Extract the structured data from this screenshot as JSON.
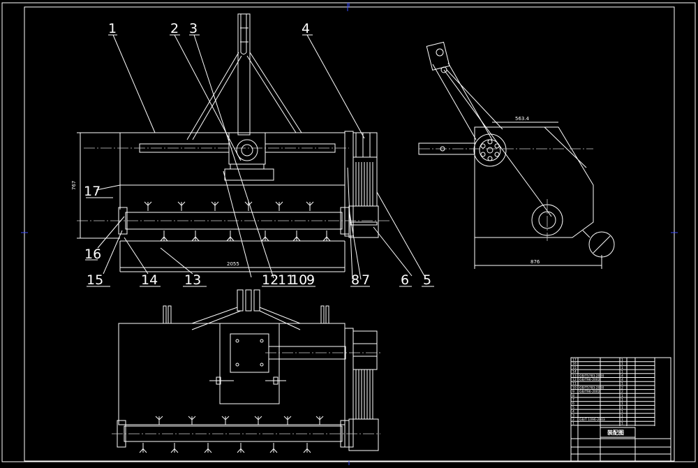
{
  "part_labels": [
    "1",
    "2",
    "3",
    "4",
    "17",
    "16",
    "15",
    "14",
    "13",
    "12",
    "11",
    "10",
    "9",
    "8",
    "7",
    "6",
    "5"
  ],
  "dimensions": {
    "front_height": "767",
    "front_width": "2055",
    "side_top": "563.4",
    "side_width": "876"
  },
  "title_block": {
    "title": "装配图",
    "items": [
      {
        "no": "17",
        "name": "",
        "qty": "1"
      },
      {
        "no": "16",
        "name": "",
        "qty": "1"
      },
      {
        "no": "15",
        "name": "",
        "qty": "1"
      },
      {
        "no": "14",
        "name": "",
        "qty": "1"
      },
      {
        "no": "13",
        "name": "GB/T5783-2000",
        "qty": "4"
      },
      {
        "no": "12",
        "name": "GB/T96-2002",
        "qty": "4"
      },
      {
        "no": "11",
        "name": "",
        "qty": "1"
      },
      {
        "no": "10",
        "name": "GB/T5783-2000",
        "qty": "2"
      },
      {
        "no": "9",
        "name": "GB/T96-2002",
        "qty": "2"
      },
      {
        "no": "8",
        "name": "",
        "qty": "1"
      },
      {
        "no": "7",
        "name": "",
        "qty": "1"
      },
      {
        "no": "6",
        "name": "",
        "qty": "1"
      },
      {
        "no": "5",
        "name": "",
        "qty": "1"
      },
      {
        "no": "4",
        "name": "",
        "qty": "1"
      },
      {
        "no": "3",
        "name": "",
        "qty": "1"
      },
      {
        "no": "2",
        "name": "GB/T 1096-2003",
        "qty": "1"
      },
      {
        "no": "1",
        "name": "",
        "qty": "1"
      }
    ]
  }
}
